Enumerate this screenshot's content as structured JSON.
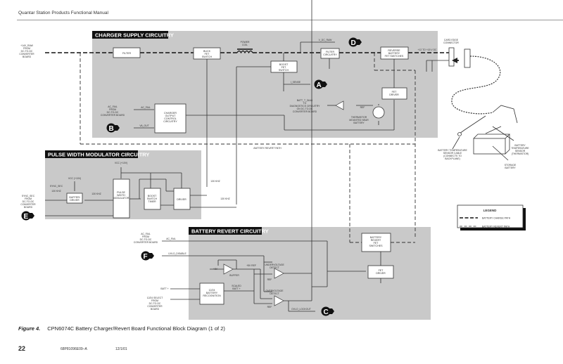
{
  "header": {
    "title": "Quantar Station Products Functional Manual"
  },
  "sections": {
    "charger": "CHARGER SUPPLY CIRCUITRY",
    "pwm": "PULSE WIDTH MODULATOR CIRCUITRY",
    "revert": "BATTERY REVERT CIRCUITRY"
  },
  "blocks": {
    "filter": "FILTER",
    "buck": [
      "BUCK",
      "FET",
      "SWITCH"
    ],
    "boost": [
      "BOOST",
      "FET",
      "SWITCH"
    ],
    "filter_circuitry": [
      "FILTER",
      "CIRCUITRY"
    ],
    "reverse_battery": [
      "REVERSE",
      "BATTERY",
      "FET SWITCHES"
    ],
    "fet_driver_top": [
      "FET",
      "DRIVER"
    ],
    "charger_output": [
      "CHARGER",
      "OUTPUT",
      "CONTROL",
      "CIRCUITRY"
    ],
    "buffer_driver": [
      "BUFFER/",
      "DRIVER"
    ],
    "pwm_block": [
      "PULSE",
      "WIDTH",
      "MODULATOR"
    ],
    "boost_timer": [
      "BOOST",
      "SWITCH",
      "TIMER"
    ],
    "driver": "DRIVER",
    "batt_recognition": [
      "12/24",
      "BATTERY",
      "RECOGNITION"
    ],
    "batt_revert_fet": [
      "BATTERY",
      "REVERT",
      "FET",
      "SWITCHES"
    ],
    "fet_driver_bottom": [
      "FET",
      "DRIVER"
    ]
  },
  "labels": {
    "v14_raw": [
      "+14V_RAW",
      "FROM",
      "DC-TO-DC",
      "CONVERTER",
      "BOARD"
    ],
    "power_coil": [
      "POWER",
      "COIL"
    ],
    "v_dc_raw": "V_DC_RAW",
    "i_sense": "I_SENSE",
    "batt_t_diag": [
      "BATT_T_DIAG",
      "TO",
      "DIAGNOSTICS CIRCUITRY",
      "ON DC-TO-DC",
      "CONVERTER BOARD"
    ],
    "ref": "REF",
    "thermistor": [
      "THERMISTOR",
      "MOUNTED NEAR",
      "BATTERY"
    ],
    "out_voltage": "+12 TO +15 V DC",
    "card_edge": [
      "CARD EDGE",
      "CONNECTOR"
    ],
    "ac_fail_top": [
      "AC_FAIL",
      "FROM",
      "DC-TO-DC",
      "CONVERTER BOARD"
    ],
    "ac_fail_sig": "AC_FAIL",
    "va_out": "VA_OUT",
    "battery_revert_path": "BATTERY REVERT PATH",
    "vcc1": "VCC (+10V)",
    "vcc2": "VCC (+10V)",
    "sync_sec_src": [
      "SYNC_SEC",
      "FROM",
      "DC-TO-DC",
      "CONVERTER",
      "BOARD"
    ],
    "sync_sec_sig": "SYNC_SEC",
    "freq1": "130 KHZ",
    "freq2": "130 KHZ",
    "freq3": "130 KHZ",
    "freq4": "130 KHZ",
    "ac_fail_bottom": [
      "AC_FAIL",
      "FROM",
      "DC-TO-DC",
      "CONVERTER BOARD"
    ],
    "uvlo_disable": "UVLO_DISABLE",
    "plus5v": "+5V",
    "buffer": "BUFFER",
    "ref5v": "+5V REF",
    "undervoltage": [
      "UNDERVOLTAGE",
      "DETECT"
    ],
    "overvoltage": [
      "OVERVOLTAGE",
      "DETECT"
    ],
    "batt_plus": "BATT +",
    "scaled_batt": [
      "SCALED",
      "BATT +"
    ],
    "select_1224": [
      "12/24 SELECT",
      "FROM",
      "DC-TO-DC",
      "CONVERTER",
      "BOARD"
    ],
    "ovlo_lockout": "OVLO_LOCKOUT",
    "temp_cable": [
      "BATTERY TEMPERATURE",
      "SENSOR CABLE",
      "(CONNECTS TO",
      "BACKPLANE)"
    ],
    "temp_sensor": [
      "BATTERY",
      "TEMPERATURE",
      "SENSOR",
      "(THERMISTOR)"
    ],
    "storage_battery": [
      "STORAGE",
      "BATTERY"
    ]
  },
  "connectors": {
    "a": "A",
    "b": "B",
    "c": "C",
    "d": "D",
    "e": "E",
    "f": "F"
  },
  "legend": {
    "title": "LEGEND",
    "charge": "BATTERY CHARGE PATH",
    "revert": "BATTERY REVERT PATH"
  },
  "caption": {
    "label": "Figure 4.",
    "text": "CPN6074C Battery Charger/Revert Board Functional Block Diagram (1 of 2)"
  },
  "footer": {
    "page": "22",
    "doc": "68P81096E09–A",
    "date": "12/1/01"
  }
}
